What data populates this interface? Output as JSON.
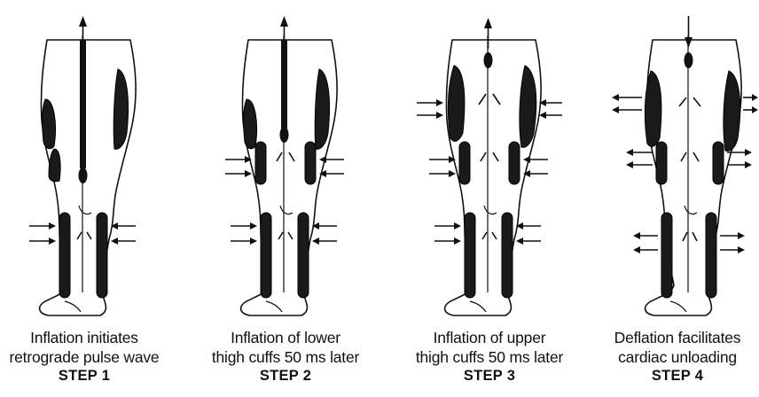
{
  "colors": {
    "ink": "#111111",
    "cuff": "#1a1a1a",
    "background": "#ffffff"
  },
  "steps": [
    {
      "line1": "Inflation initiates",
      "line2": "retrograde pulse wave",
      "label": "STEP 1",
      "cuffs_inflated": [
        "calf"
      ],
      "aortic_flow": "up"
    },
    {
      "line1": "Inflation of lower",
      "line2": "thigh cuffs 50 ms later",
      "label": "STEP 2",
      "cuffs_inflated": [
        "calf",
        "lower-thigh"
      ],
      "aortic_flow": "up"
    },
    {
      "line1": "Inflation of upper",
      "line2": "thigh cuffs 50 ms later",
      "label": "STEP 3",
      "cuffs_inflated": [
        "calf",
        "lower-thigh",
        "upper-thigh"
      ],
      "aortic_flow": "up"
    },
    {
      "line1": "Deflation facilitates",
      "line2": "cardiac unloading",
      "label": "STEP 4",
      "cuffs_inflated": [],
      "aortic_flow": "down"
    }
  ]
}
